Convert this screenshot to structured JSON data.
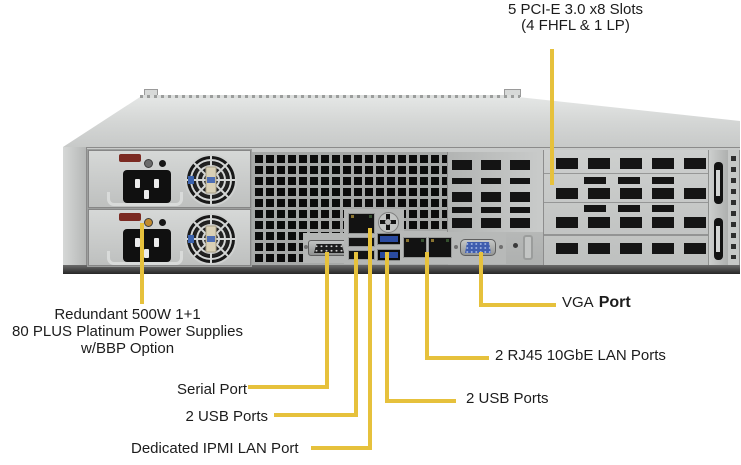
{
  "callouts": {
    "pcie": {
      "line1": "5 PCI-E 3.0 x8 Slots",
      "line2": "(4 FHFL & 1 LP)"
    },
    "psu": {
      "line1": "Redundant 500W 1+1",
      "line2": "80 PLUS Platinum Power Supplies",
      "line3": "w/BBP Option"
    },
    "serial": {
      "label": "Serial Port"
    },
    "usb_left": {
      "label": "2 USB Ports"
    },
    "ipmi": {
      "label": "Dedicated IPMI LAN Port"
    },
    "usb_right": {
      "label": "2 USB Ports"
    },
    "lan": {
      "label": "2 RJ45 10GbE LAN Ports"
    },
    "vga": {
      "label_regular": "VGA",
      "label_bold": "Port"
    }
  },
  "colors": {
    "callout_line": "#E6C13C",
    "chassis_light": "#D4D6D5",
    "vent_dark": "#0C0C0C",
    "usb3_blue": "#2A4A9F",
    "vga_blue": "#3F5DAE",
    "psu_latch_red": "#7B2A22"
  }
}
